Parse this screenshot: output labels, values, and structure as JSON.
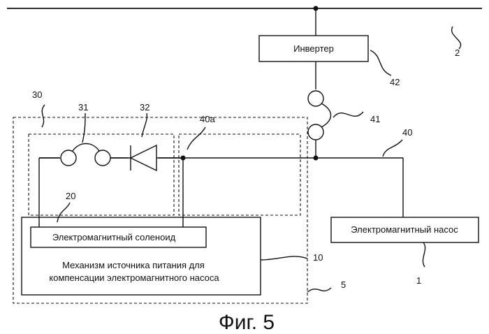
{
  "labels": {
    "inverter": "Инвертер",
    "pump": "Электромагнитный насос",
    "solenoid": "Электромагнитный соленоид",
    "mechanism_line1": "Механизм источника питания для",
    "mechanism_line2": "компенсации электромагнитного насоса",
    "figure": "Фиг. 5"
  },
  "refs": {
    "r1": "1",
    "r2": "2",
    "r5": "5",
    "r10": "10",
    "r20": "20",
    "r30": "30",
    "r31": "31",
    "r32": "32",
    "r40": "40",
    "r40a": "40a",
    "r41": "41",
    "r42": "42"
  }
}
